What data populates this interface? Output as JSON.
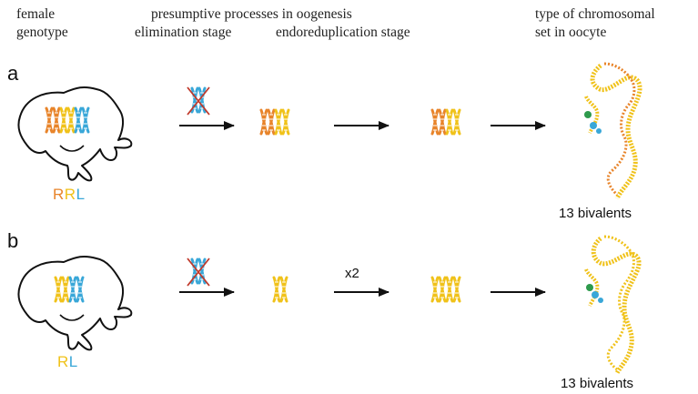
{
  "headers": {
    "female_genotype_line1": "female",
    "female_genotype_line2": "genotype",
    "processes": "presumptive processes in oogenesis",
    "elimination": "elimination stage",
    "endoreduplication": "endoreduplication stage",
    "oocyte_line1": "type of chromosomal",
    "oocyte_line2": "set in oocyte"
  },
  "rows": [
    {
      "label": "a",
      "genotype": [
        {
          "letter": "R",
          "color": "#e8842a"
        },
        {
          "letter": "R",
          "color": "#f0c21a"
        },
        {
          "letter": "L",
          "color": "#39a7d8"
        }
      ],
      "multiplier": "",
      "result": "13 bivalents"
    },
    {
      "label": "b",
      "genotype": [
        {
          "letter": "R",
          "color": "#f0c21a"
        },
        {
          "letter": "L",
          "color": "#39a7d8"
        }
      ],
      "multiplier": "x2",
      "result": "13 bivalents"
    }
  ],
  "colors": {
    "orange": "#e8842a",
    "yellow": "#f0c21a",
    "blue": "#39a7d8",
    "cross": "#c0392b",
    "green": "#2e9a4c",
    "outline": "#111111"
  }
}
